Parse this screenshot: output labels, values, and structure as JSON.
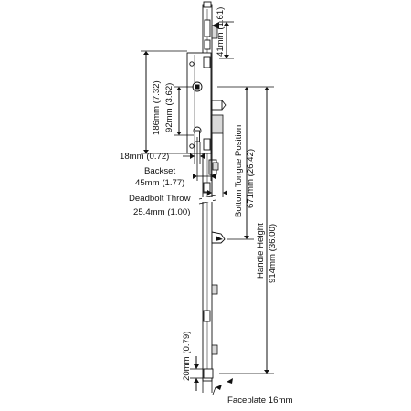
{
  "labels": {
    "faceplate_top_offset": "41mm (1.61)",
    "overall_case_height": "186mm (7.32)",
    "handle_to_cylinder": "92mm (3.62)",
    "cylinder_offset": "18mm (0.72)",
    "backset_title": "Backset",
    "backset_value": "45mm (1.77)",
    "deadbolt_throw_title": "Deadbolt Throw",
    "deadbolt_throw_value": "25.4mm (1.00)",
    "bottom_tongue_title": "Bottom Tongue Position",
    "bottom_tongue_value": "671mm (26.42)",
    "handle_height_title": "Handle Height",
    "handle_height_value": "914mm (36.00)",
    "bottom_offset": "20mm (0.79)",
    "faceplate_width": "Faceplate 16mm"
  }
}
